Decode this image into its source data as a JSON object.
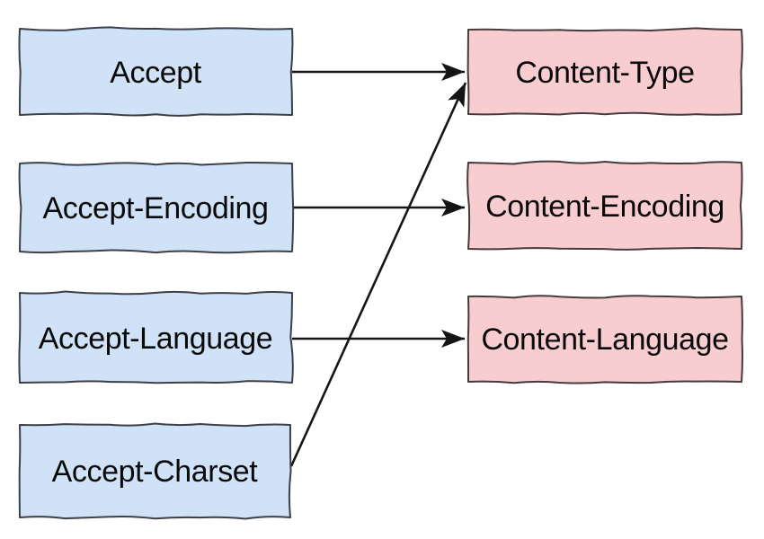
{
  "diagram": {
    "type": "mapping-diagram",
    "request_headers": [
      {
        "id": "accept",
        "label": "Accept"
      },
      {
        "id": "accept-encoding",
        "label": "Accept-Encoding"
      },
      {
        "id": "accept-language",
        "label": "Accept-Language"
      },
      {
        "id": "accept-charset",
        "label": "Accept-Charset"
      }
    ],
    "response_headers": [
      {
        "id": "content-type",
        "label": "Content-Type"
      },
      {
        "id": "content-encoding",
        "label": "Content-Encoding"
      },
      {
        "id": "content-language",
        "label": "Content-Language"
      }
    ],
    "edges": [
      {
        "from": "Accept",
        "to": "Content-Type"
      },
      {
        "from": "Accept-Encoding",
        "to": "Content-Encoding"
      },
      {
        "from": "Accept-Language",
        "to": "Content-Language"
      },
      {
        "from": "Accept-Charset",
        "to": "Content-Type"
      }
    ],
    "colors": {
      "request_fill": "#cfe2f7",
      "request_stroke": "#3b4147",
      "response_fill": "#f8cdd0",
      "response_stroke": "#463a3c",
      "arrow": "#151515",
      "text": "#0a0a0a",
      "background": "#ffffff"
    }
  }
}
